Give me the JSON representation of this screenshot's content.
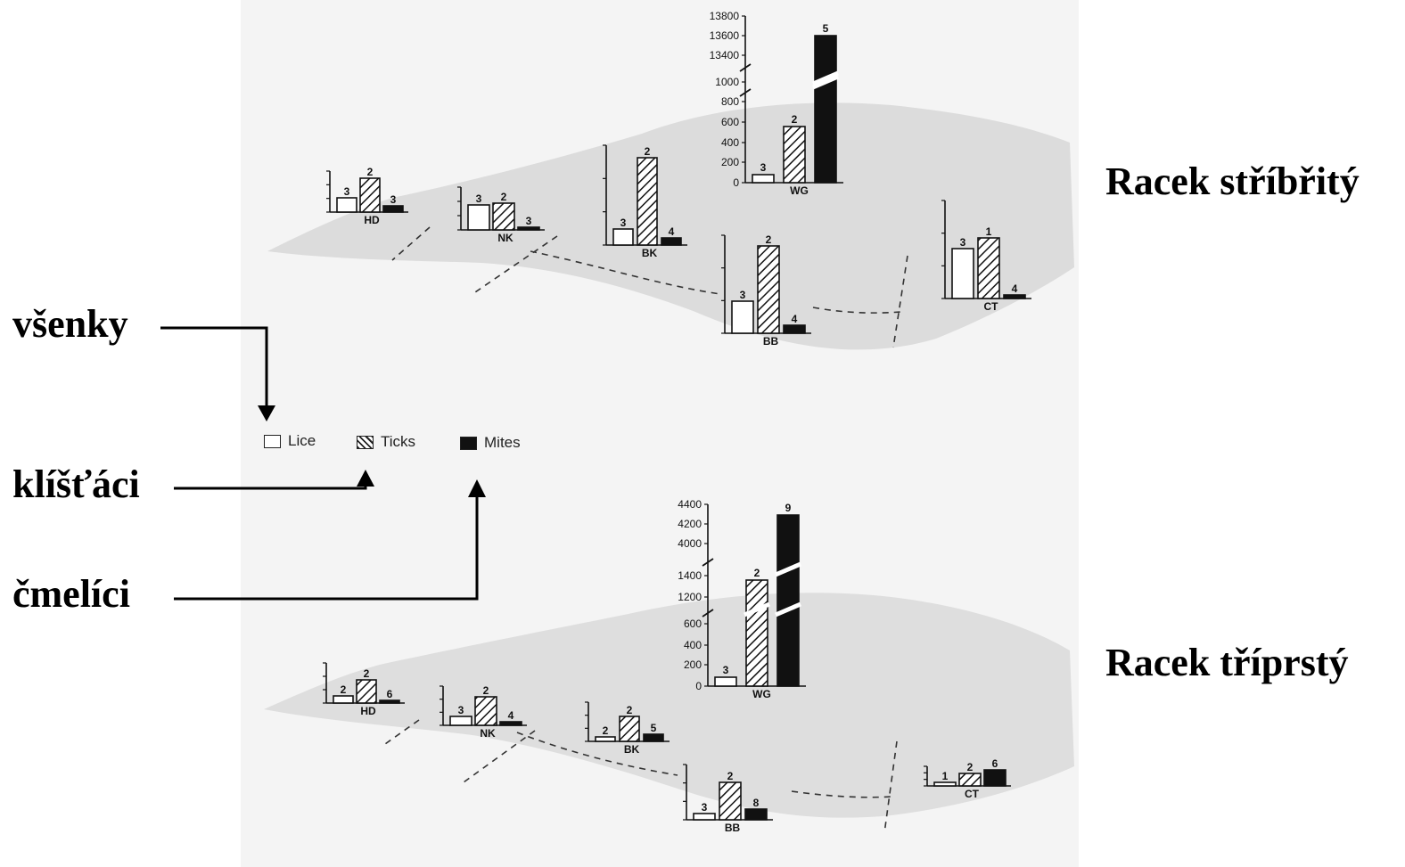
{
  "annotations": {
    "lice": "všenky",
    "ticks": "klíšťáci",
    "mites": "čmelíci",
    "species_top": "Racek stříbřitý",
    "species_bottom": "Racek tříprstý"
  },
  "legend": [
    {
      "label": "Lice",
      "pattern": "open"
    },
    {
      "label": "Ticks",
      "pattern": "hatched"
    },
    {
      "label": "Mites",
      "pattern": "solid"
    }
  ],
  "colors": {
    "ink": "#111111",
    "bird_silhouette": "#d9d9d9",
    "background": "#ffffff"
  },
  "chart_data": [
    {
      "type": "bar",
      "species": "Racek stříbřitý",
      "series_order": [
        "Lice",
        "Ticks",
        "Mites"
      ],
      "body_regions": [
        {
          "region": "HD",
          "labels": [
            "3",
            "2",
            "3"
          ]
        },
        {
          "region": "NK",
          "labels": [
            "3",
            "2",
            "3"
          ]
        },
        {
          "region": "BK",
          "labels": [
            "3",
            "2",
            "4"
          ]
        },
        {
          "region": "WG",
          "labels": [
            "3",
            "2",
            "5"
          ],
          "values": [
            80,
            560,
            13580
          ],
          "y_ticks": [
            "0",
            "200",
            "400",
            "600",
            "800",
            "1000",
            "13400",
            "13600",
            "13800"
          ],
          "axis_break": true
        },
        {
          "region": "BB",
          "labels": [
            "3",
            "2",
            "4"
          ]
        },
        {
          "region": "CT",
          "labels": [
            "3",
            "1",
            "4"
          ]
        }
      ]
    },
    {
      "type": "bar",
      "species": "Racek tříprstý",
      "series_order": [
        "Lice",
        "Ticks",
        "Mites"
      ],
      "body_regions": [
        {
          "region": "HD",
          "labels": [
            "2",
            "2",
            "6"
          ]
        },
        {
          "region": "NK",
          "labels": [
            "3",
            "2",
            "4"
          ]
        },
        {
          "region": "BK",
          "labels": [
            "2",
            "2",
            "5"
          ]
        },
        {
          "region": "WG",
          "labels": [
            "3",
            "2",
            "9"
          ],
          "values": [
            70,
            1380,
            4280
          ],
          "y_ticks": [
            "0",
            "200",
            "400",
            "600",
            "1200",
            "1400",
            "4000",
            "4200",
            "4400"
          ],
          "axis_break": true
        },
        {
          "region": "BB",
          "labels": [
            "3",
            "2",
            "8"
          ]
        },
        {
          "region": "CT",
          "labels": [
            "1",
            "2",
            "6"
          ]
        }
      ]
    }
  ]
}
